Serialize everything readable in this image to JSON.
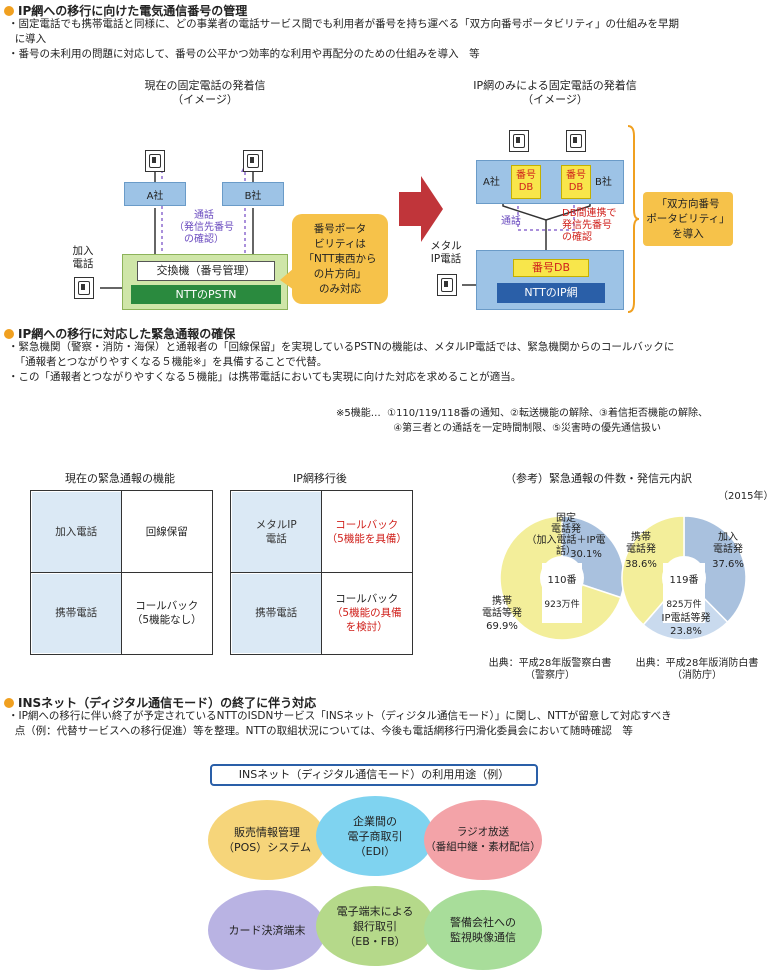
{
  "sec1": {
    "title": "IP網への移行に向けた電気通信番号の管理",
    "b1": "・固定電話でも携帯電話と同様に、どの事業者の電話サービス間でも利用者が番号を持ち運べる「双方向番号ポータビリティ」の仕組みを早期\n  に導入",
    "b2": "・番号の未利用の問題に対応して、番号の公平かつ効率的な利用や再配分のための仕組みを導入　等"
  },
  "left_diagram": {
    "title": "現在の固定電話の発着信\n（イメージ）",
    "company_a": "A社",
    "company_b": "B社",
    "call_note": "通話\n（発信先番号\nの確認）",
    "subscriber": "加入\n電話",
    "exchange": "交換機（番号管理）",
    "pstn": "NTTのPSTN",
    "callout": "番号ポータ\nビリティは\n「NTT東西から\nの片方向」\nのみ対応"
  },
  "right_diagram": {
    "title": "IP網のみによる固定電話の発着信\n（イメージ）",
    "company_a": "A社",
    "company_b": "B社",
    "db_a": "番号\nDB",
    "db_b": "番号\nDB",
    "call": "通話",
    "db_link": "DB間連携で\n発信先番号\nの確認",
    "metal": "メタル\nIP電話",
    "number_db": "番号DB",
    "ntt_ip": "NTTのIP網",
    "callout": "「双方向番号\nポータビリティ」\nを導入"
  },
  "sec2": {
    "title": "IP網への移行に対応した緊急通報の確保",
    "b1": "・緊急機関（警察・消防・海保）と通報者の「回線保留」を実現しているPSTNの機能は、メタルIP電話では、緊急機関からのコールバックに\n  「通報者とつながりやすくなる５機能※」を具備することで代替。",
    "b2": "・この「通報者とつながりやすくなる５機能」は携帯電話においても実現に向けた対応を求めることが適当。",
    "note": "※5機能…  ①110/119/118番の通知、②転送機能の解除、③着信拒否機能の解除、\n                  ④第三者との通話を一定時間制限、⑤災害時の優先通信扱い"
  },
  "table_current": {
    "title": "現在の緊急通報の機能",
    "r1c1": "加入電話",
    "r1c2": "回線保留",
    "r2c1": "携帯電話",
    "r2c2": "コールバック\n（5機能なし）"
  },
  "table_after": {
    "title": "IP網移行後",
    "r1c1": "メタルIP\n電話",
    "r1c2": "コールバック\n（5機能を具備）",
    "r2c1": "携帯電話",
    "r2c2a": "コールバック",
    "r2c2b": "（5機能の具備\nを検討）"
  },
  "ref": {
    "title": "（参考）緊急通報の件数・発信元内訳",
    "year": "（2015年）"
  },
  "chart_data": [
    {
      "type": "pie",
      "center_title": "110番",
      "center_sub": "923万件",
      "labels": [
        "固定\n電話発\n（加入電話＋IP電話）",
        "携帯\n電話等発"
      ],
      "values": [
        30.1,
        69.9
      ],
      "value_labels": [
        "30.1%",
        "69.9%"
      ],
      "colors": [
        "#a9c1de",
        "#f3ee9a"
      ],
      "source": "出典：平成28年版警察白書\n（警察庁）"
    },
    {
      "type": "pie",
      "center_title": "119番",
      "center_sub": "825万件",
      "labels": [
        "加入\n電話発",
        "IP電話等発",
        "携帯\n電話発"
      ],
      "values": [
        37.6,
        23.8,
        38.6
      ],
      "value_labels": [
        "37.6%",
        "23.8%",
        "38.6%"
      ],
      "colors": [
        "#a9c1de",
        "#c9daee",
        "#f3ee9a"
      ],
      "source": "出典：平成28年版消防白書\n（消防庁）"
    }
  ],
  "sec3": {
    "title": "INSネット（ディジタル通信モード）の終了に伴う対応",
    "b1": "・IP網への移行に伴い終了が予定されているNTTのISDNサービス「INSネット（ディジタル通信モード）」に関し、NTTが留意して対応すべき\n  点（例：代替サービスへの移行促進）等を整理。NTTの取組状況については、今後も電話網移行円滑化委員会において随時確認　等"
  },
  "ins": {
    "title": "INSネット（ディジタル通信モード）の利用用途（例）",
    "uses": [
      {
        "label": "販売情報管理\n（POS）システム",
        "color": "#f6d57a"
      },
      {
        "label": "企業間の\n電子商取引\n（EDI）",
        "color": "#7fd3f0"
      },
      {
        "label": "ラジオ放送\n（番組中継・素材配信）",
        "color": "#f3a3a8"
      },
      {
        "label": "カード決済端末",
        "color": "#b9b3e3"
      },
      {
        "label": "電子端末による\n銀行取引\n（EB・FB）",
        "color": "#b5d98a"
      },
      {
        "label": "警備会社への\n監視映像通信",
        "color": "#a8dd9a"
      }
    ]
  }
}
